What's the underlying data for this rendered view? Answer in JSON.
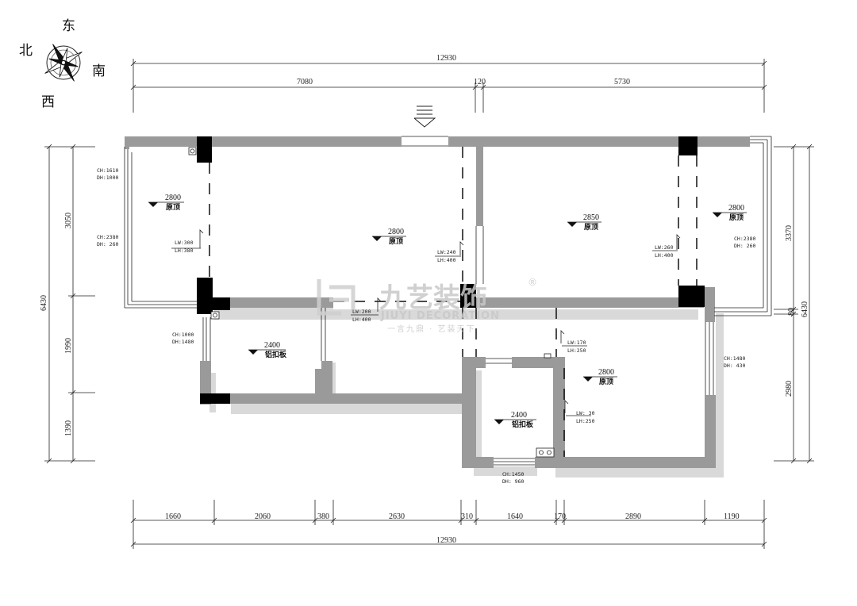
{
  "compass": {
    "north": "北",
    "east": "东",
    "south": "南",
    "west": "西"
  },
  "dimensions": {
    "top_total": "12930",
    "top_segments": [
      "7080",
      "120",
      "5730"
    ],
    "bottom_segments": [
      "1660",
      "2060",
      "380",
      "2630",
      "310",
      "1640",
      "170",
      "2890",
      "1190"
    ],
    "bottom_total": "12930",
    "left_total": "6430",
    "left_segments": [
      "3050",
      "1990",
      "1390"
    ],
    "right_total": "6430",
    "right_segments": [
      "3370",
      "80",
      "2980"
    ]
  },
  "ceilings": [
    {
      "height": "2800",
      "label": "原顶"
    },
    {
      "height": "2800",
      "label": "原顶"
    },
    {
      "height": "2850",
      "label": "原顶"
    },
    {
      "height": "2800",
      "label": "原顶"
    },
    {
      "height": "2400",
      "label": "铝扣板"
    },
    {
      "height": "2800",
      "label": "原顶"
    },
    {
      "height": "2400",
      "label": "铝扣板"
    }
  ],
  "window_notes": [
    {
      "ch": "CH:1610",
      "dh": "DH:1000"
    },
    {
      "ch": "CH:2380",
      "dh": "DH: 260"
    },
    {
      "ch": "CH:2380",
      "dh": "DH: 260"
    },
    {
      "ch": "CH:1000",
      "dh": "DH:1480"
    },
    {
      "ch": "CH:1480",
      "dh": "DH: 430"
    },
    {
      "ch": "CH:1450",
      "dh": "DH: 960"
    }
  ],
  "beam_notes": [
    {
      "lw": "LW:300",
      "lh": "LH:380"
    },
    {
      "lw": "LW:240",
      "lh": "LH:400"
    },
    {
      "lw": "LW:260",
      "lh": "LH:400"
    },
    {
      "lw": "LW:200",
      "lh": "LH:400"
    },
    {
      "lw": "LW:170",
      "lh": "LH:250"
    },
    {
      "lw": "LW: 30",
      "lh": "LH:250"
    }
  ],
  "watermark": {
    "brand": "九艺装饰",
    "registered": "®",
    "english": "JIUYI DECORATION",
    "slogan": "一言九鼎 · 艺装天下"
  },
  "colors": {
    "wall": "#9a9a9a",
    "shadow": "#d9d9d9",
    "column": "#000000",
    "line": "#222222"
  }
}
